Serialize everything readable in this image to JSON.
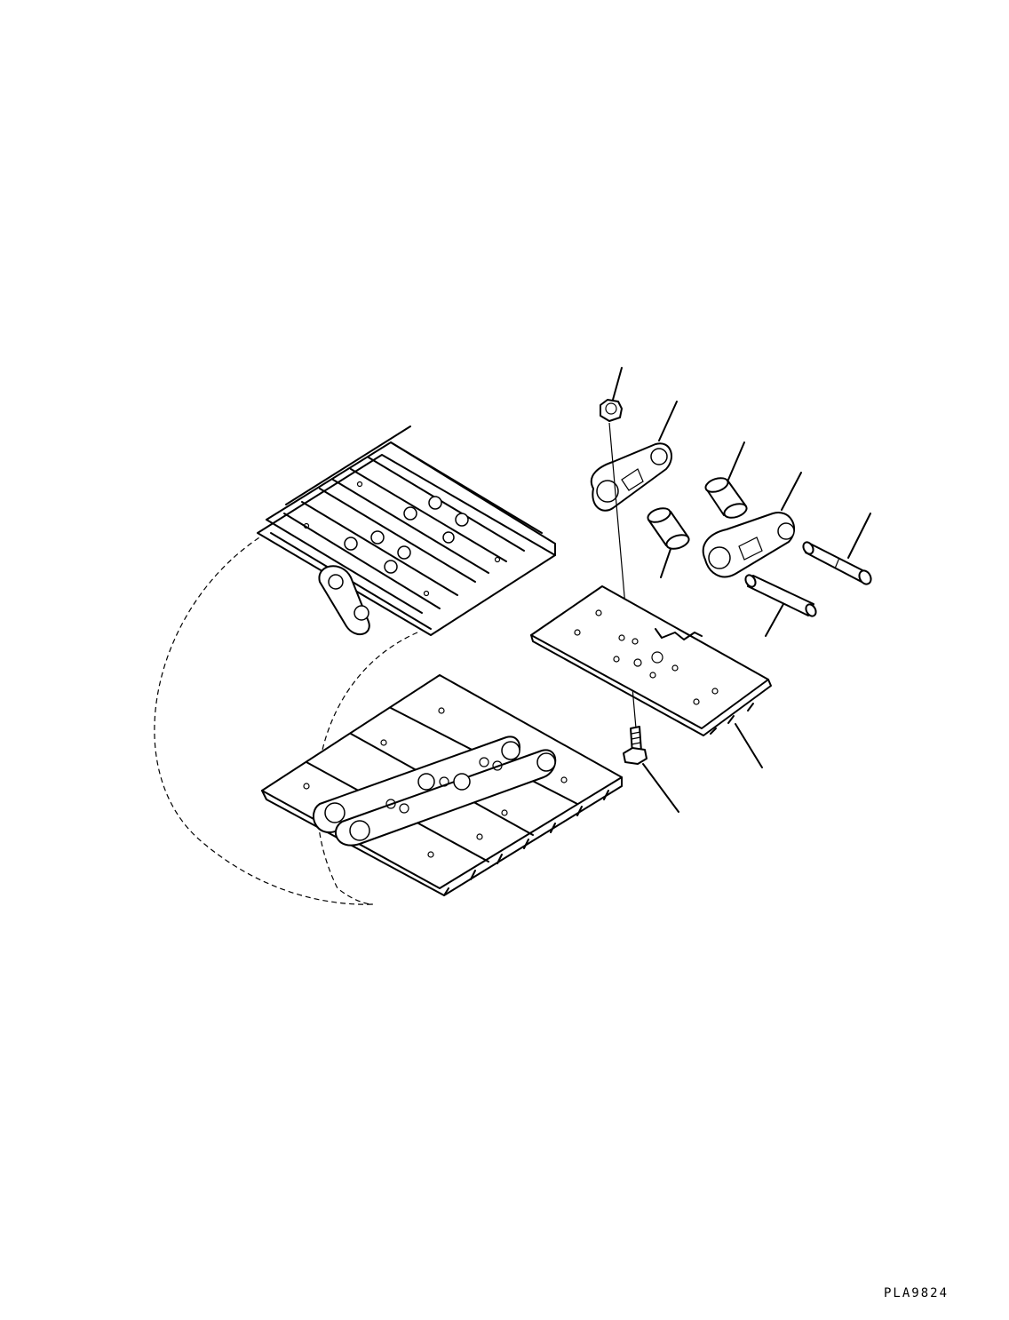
{
  "drawing": {
    "code": "PLA9824",
    "parts": [
      {
        "name": "nut"
      },
      {
        "name": "link-left"
      },
      {
        "name": "bushing-upper"
      },
      {
        "name": "bushing-lower"
      },
      {
        "name": "link-right"
      },
      {
        "name": "master-pin"
      },
      {
        "name": "pin"
      },
      {
        "name": "shoe"
      },
      {
        "name": "shoe-bolt"
      }
    ]
  }
}
